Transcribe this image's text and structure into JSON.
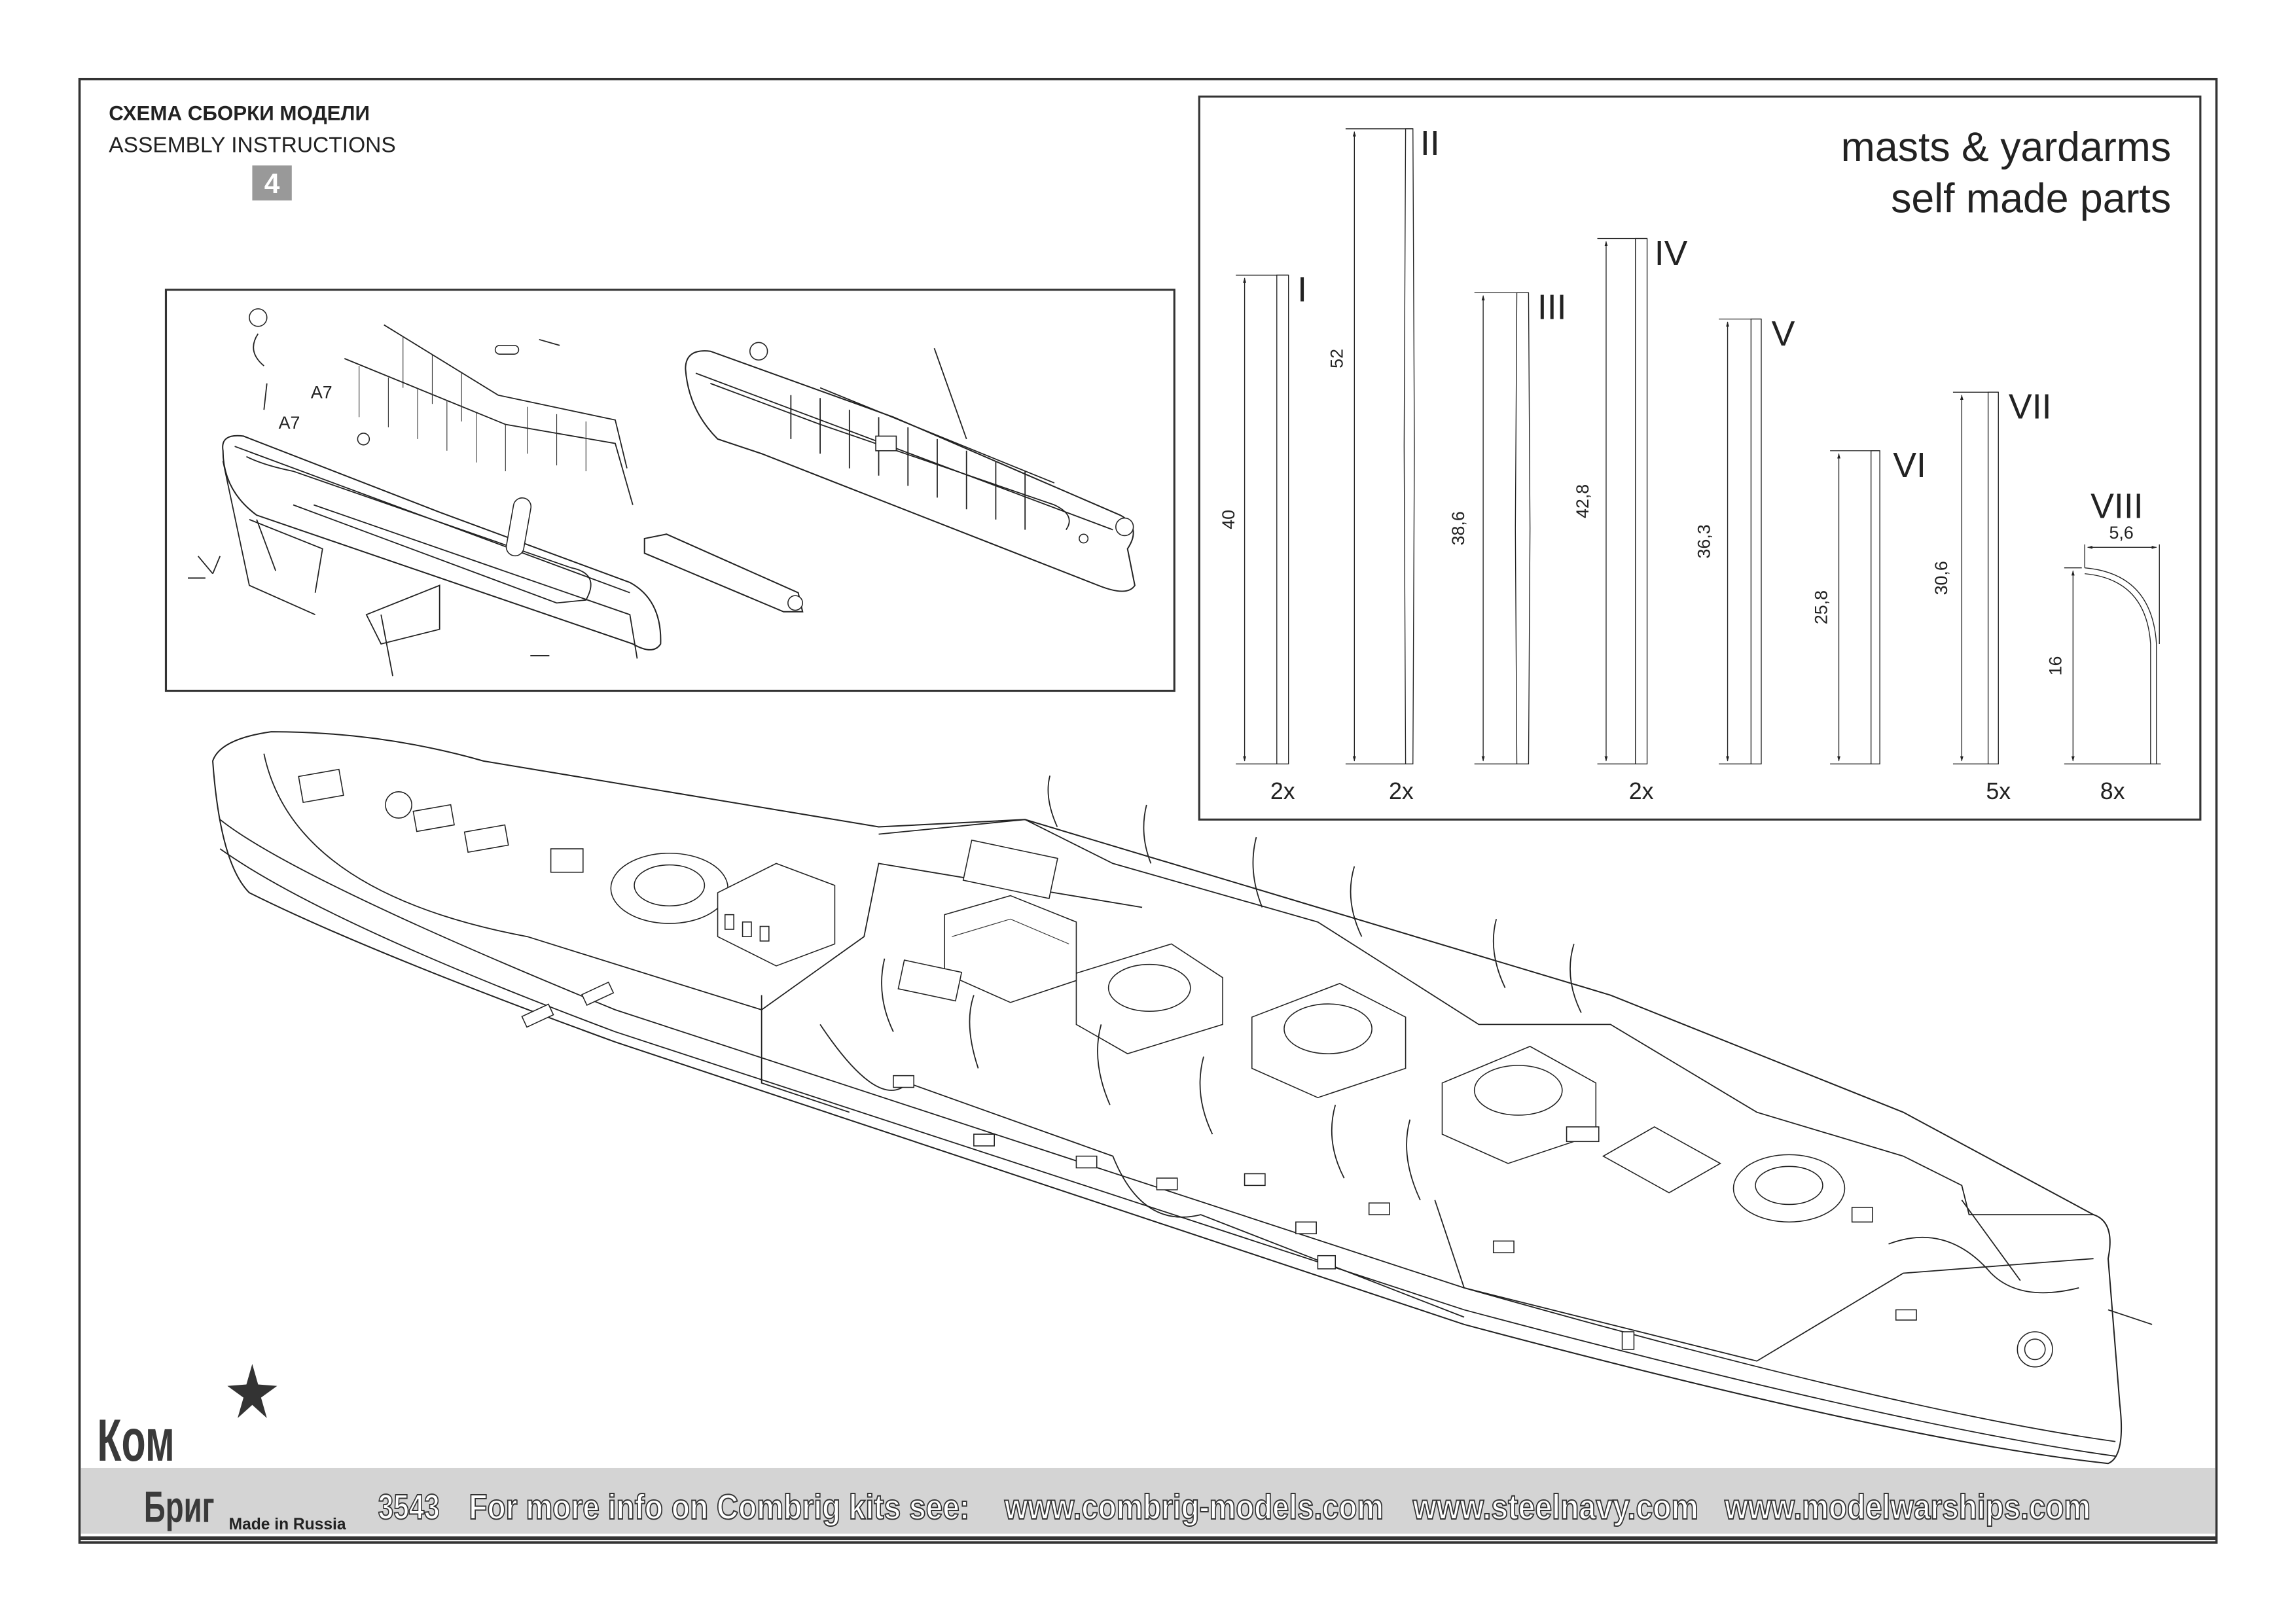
{
  "header": {
    "title_ru": "СХЕМА СБОРКИ МОДЕЛИ",
    "title_en": "ASSEMBLY INSTRUCTIONS",
    "step_number": "4"
  },
  "inset": {
    "part_labels": [
      "A7",
      "A7"
    ]
  },
  "masts_panel": {
    "title_line1": "masts & yardarms",
    "title_line2": "self made parts",
    "parts": [
      {
        "numeral": "I",
        "length": "40",
        "quantity": "2x"
      },
      {
        "numeral": "II",
        "length": "52",
        "quantity": "2x"
      },
      {
        "numeral": "III",
        "length": "38,6",
        "quantity": ""
      },
      {
        "numeral": "IV",
        "length": "42,8",
        "quantity": "2x"
      },
      {
        "numeral": "V",
        "length": "36,3",
        "quantity": ""
      },
      {
        "numeral": "VI",
        "length": "25,8",
        "quantity": ""
      },
      {
        "numeral": "VII",
        "length": "30,6",
        "quantity": "5x"
      },
      {
        "numeral": "VIII",
        "length": "16",
        "width": "5,6",
        "quantity": "8x"
      }
    ]
  },
  "footer": {
    "kit_number": "3543",
    "info_text": "For more info on Combrig kits see:",
    "links": [
      "www.combrig-models.com",
      "www.steelnavy.com",
      "www.modelwarships.com"
    ],
    "logo_line1": "Ком",
    "logo_line2": "Бриг",
    "made_in": "Made in Russia",
    "band_color": "#d4d4d4"
  }
}
